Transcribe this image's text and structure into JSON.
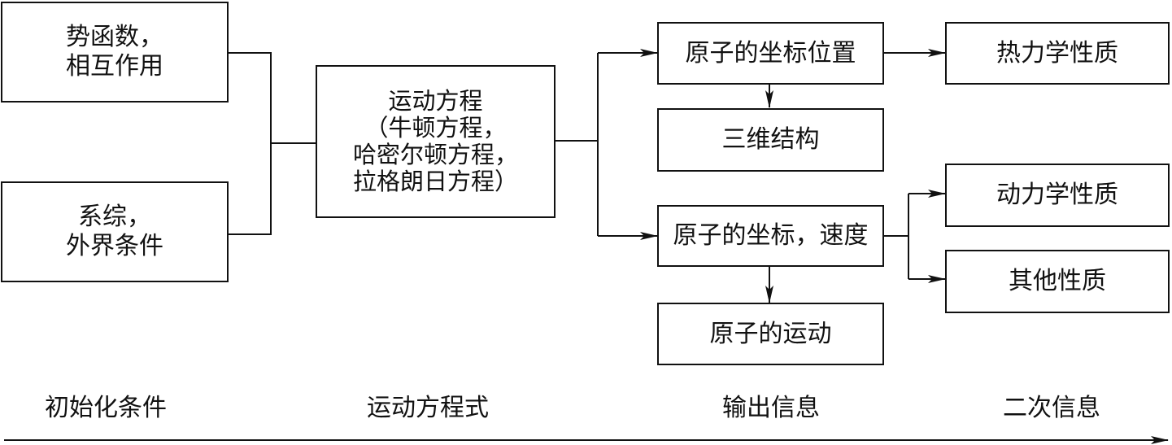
{
  "boxes": {
    "potential": {
      "lines": [
        "势函数，",
        "相互作用"
      ]
    },
    "ensemble": {
      "lines": [
        "系综，",
        "外界条件"
      ]
    },
    "equations": {
      "lines": [
        "运动方程",
        "（牛顿方程，",
        "哈密尔顿方程，",
        "拉格朗日方程）"
      ]
    },
    "positions": {
      "lines": [
        "原子的坐标位置"
      ]
    },
    "structure": {
      "lines": [
        "三维结构"
      ]
    },
    "pos_vel": {
      "lines": [
        "原子的坐标，速度"
      ]
    },
    "motion": {
      "lines": [
        "原子的运动"
      ]
    },
    "thermo": {
      "lines": [
        "热力学性质"
      ]
    },
    "dynamic": {
      "lines": [
        "动力学性质"
      ]
    },
    "other": {
      "lines": [
        "其他性质"
      ]
    }
  },
  "stages": [
    "初始化条件",
    "运动方程式",
    "输出信息",
    "二次信息"
  ]
}
